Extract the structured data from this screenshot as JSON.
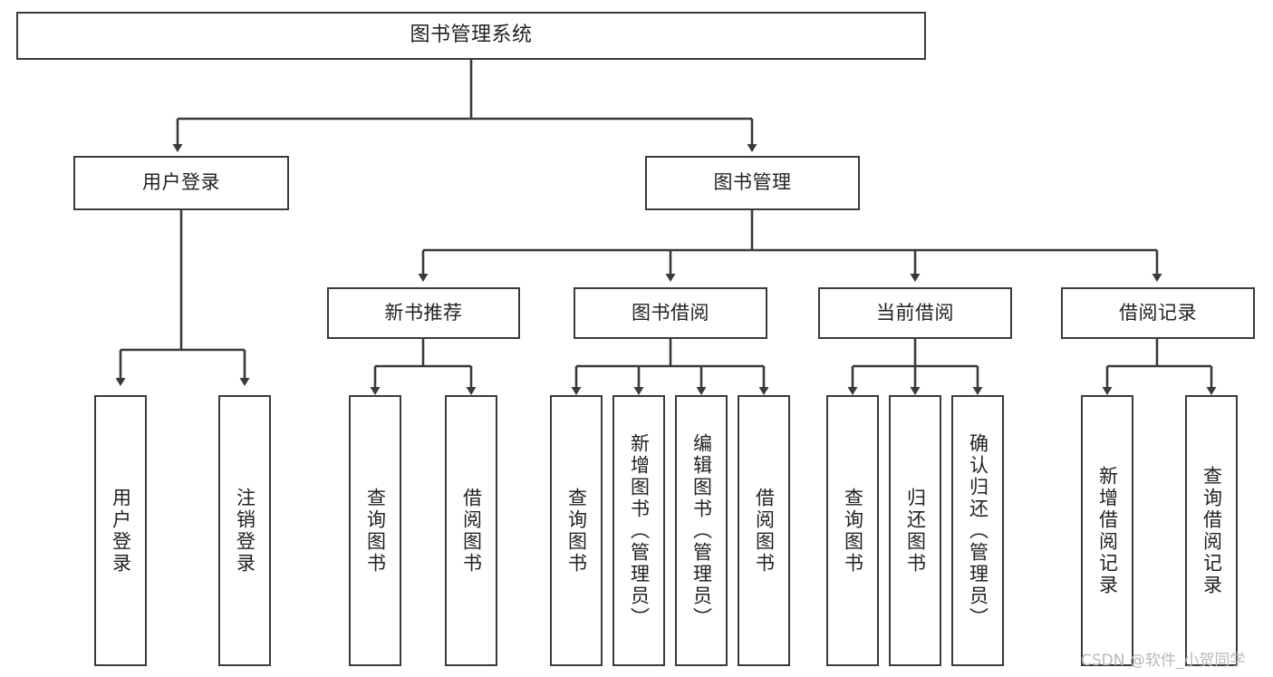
{
  "diagram": {
    "title": "图书管理系统",
    "type": "tree",
    "background_color": "#ffffff",
    "line_color": "#3a3a3a",
    "text_color": "#222222",
    "nodes": {
      "root": {
        "label": "图书管理系统"
      },
      "level1": [
        {
          "id": "user-login",
          "label": "用户登录"
        },
        {
          "id": "book-management",
          "label": "图书管理"
        }
      ],
      "level2": [
        {
          "id": "new-book-recommend",
          "label": "新书推荐"
        },
        {
          "id": "book-borrow",
          "label": "图书借阅"
        },
        {
          "id": "current-borrow",
          "label": "当前借阅"
        },
        {
          "id": "borrow-record",
          "label": "借阅记录"
        }
      ],
      "leaves": {
        "user-login": [
          {
            "id": "leaf-user-login",
            "label": "用户登录"
          },
          {
            "id": "leaf-logout",
            "label": "注销登录"
          }
        ],
        "new-book-recommend": [
          {
            "id": "leaf-query-book-1",
            "label": "查询图书"
          },
          {
            "id": "leaf-borrow-book-1",
            "label": "借阅图书"
          }
        ],
        "book-borrow": [
          {
            "id": "leaf-query-book-2",
            "label": "查询图书"
          },
          {
            "id": "leaf-add-book",
            "label": "新增图书（管理员）"
          },
          {
            "id": "leaf-edit-book",
            "label": "编辑图书（管理员）"
          },
          {
            "id": "leaf-borrow-book-2",
            "label": "借阅图书"
          }
        ],
        "current-borrow": [
          {
            "id": "leaf-query-book-3",
            "label": "查询图书"
          },
          {
            "id": "leaf-return-book",
            "label": "归还图书"
          },
          {
            "id": "leaf-confirm-return",
            "label": "确认归还（管理员）"
          }
        ],
        "borrow-record": [
          {
            "id": "leaf-add-record",
            "label": "新增借阅记录"
          },
          {
            "id": "leaf-query-record",
            "label": "查询借阅记录"
          }
        ]
      }
    }
  },
  "watermark": {
    "text": "CSDN @软件_小贺同学"
  }
}
